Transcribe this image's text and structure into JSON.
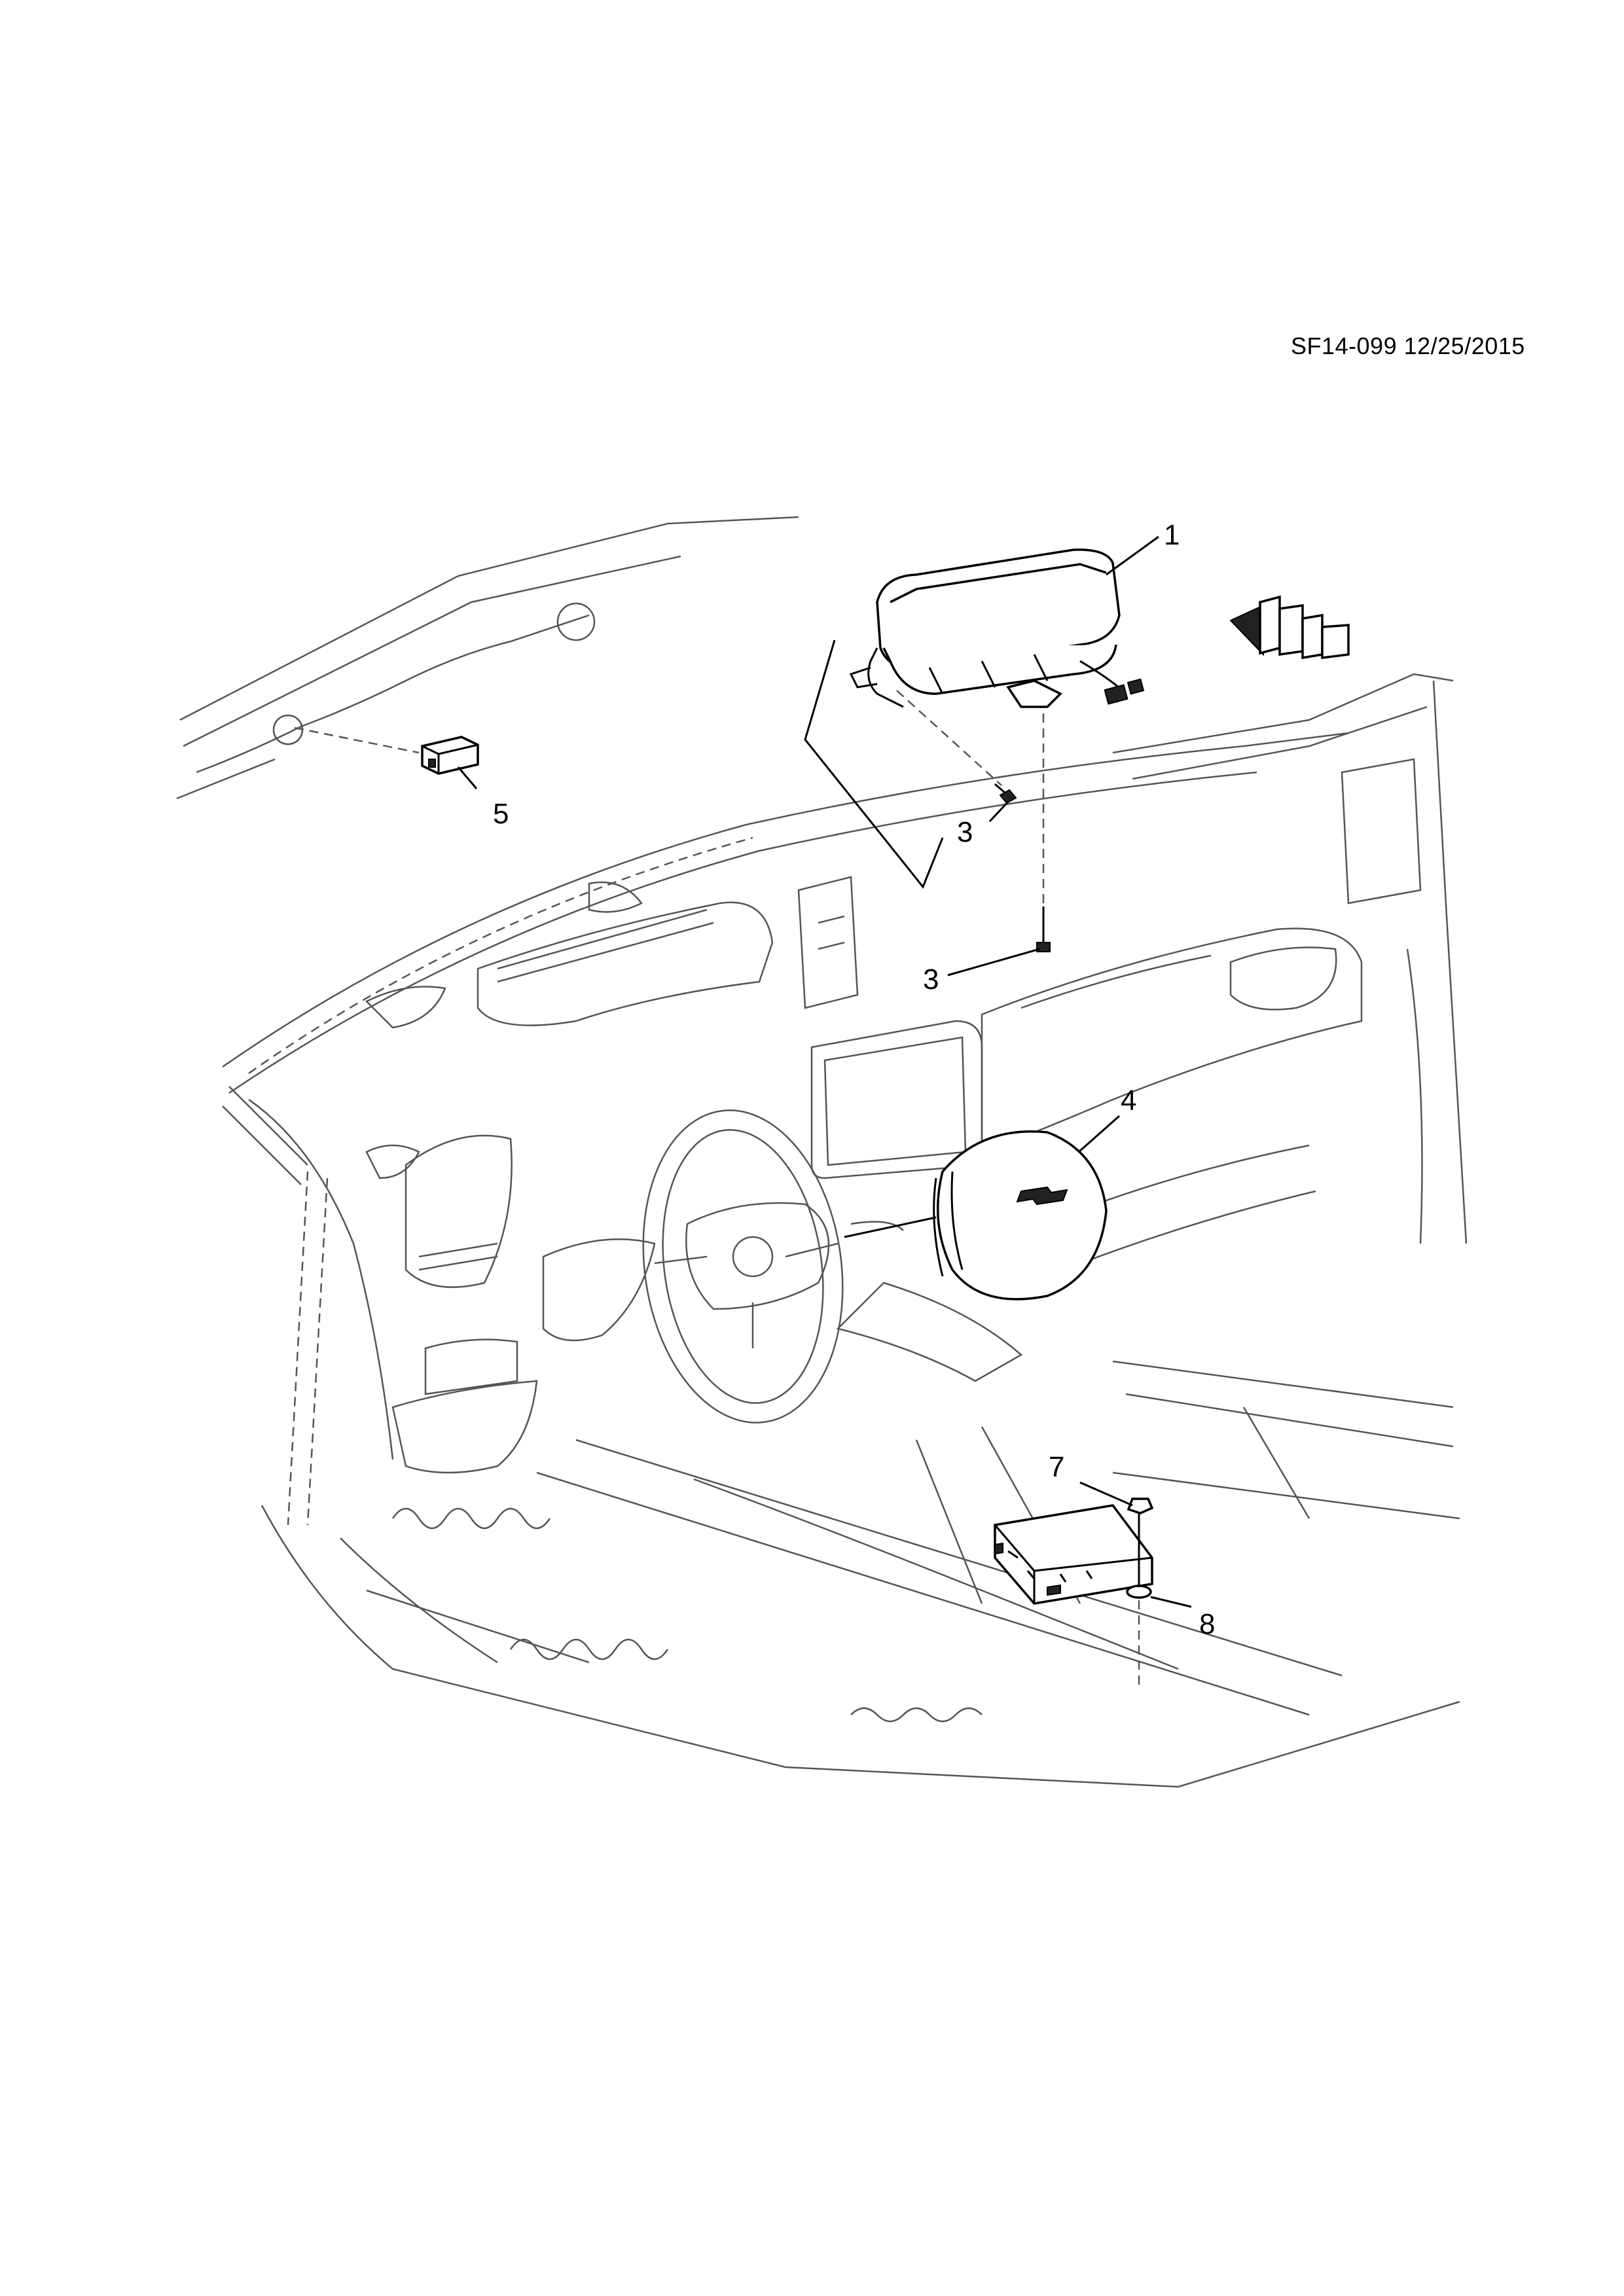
{
  "sheet": {
    "doc_id": "SF14-099 12/25/2015"
  },
  "callouts": {
    "c1": "1",
    "c3a": "3",
    "c3b": "3",
    "c4": "4",
    "c5": "5",
    "c7": "7",
    "c8": "8"
  },
  "icons": {
    "front_arrow": "front-direction-arrow-icon"
  }
}
